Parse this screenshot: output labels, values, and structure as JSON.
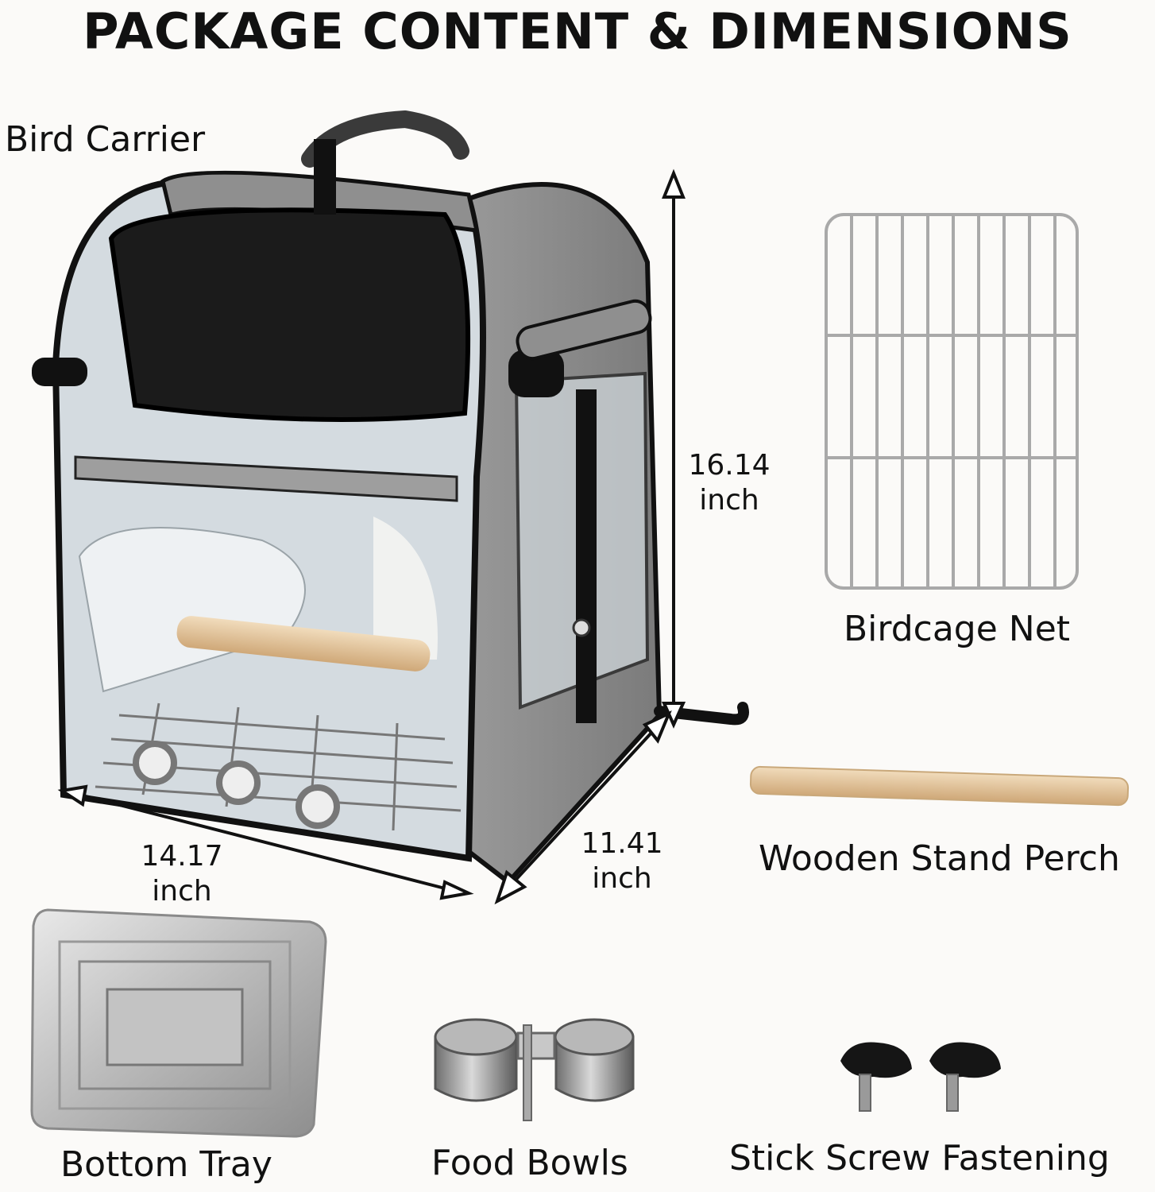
{
  "header": {
    "title": "PACKAGE CONTENT & DIMENSIONS"
  },
  "items": {
    "bird_carrier": "Bird Carrier",
    "birdcage_net": "Birdcage Net",
    "wooden_perch": "Wooden Stand Perch",
    "bottom_tray": "Bottom Tray",
    "food_bowls": "Food Bowls",
    "screws": "Stick Screw Fastening"
  },
  "dimensions": {
    "height": {
      "value": "16.14",
      "unit": "inch"
    },
    "width": {
      "value": "14.17",
      "unit": "inch"
    },
    "depth": {
      "value": "11.41",
      "unit": "inch"
    }
  },
  "colors": {
    "carrier_fabric": "#8c8c8c",
    "carrier_trim": "#111111",
    "mesh": "#1b1b1b",
    "steel": "#c8c8c8",
    "wood": "#e6c9a0"
  }
}
